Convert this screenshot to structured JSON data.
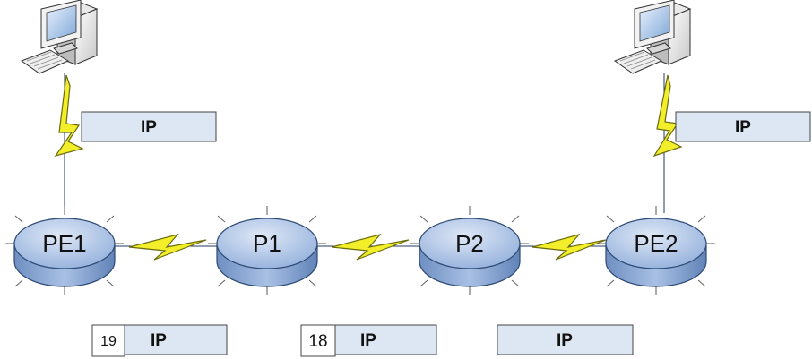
{
  "routers": [
    {
      "id": "pe1",
      "label": "PE1"
    },
    {
      "id": "p1",
      "label": "P1"
    },
    {
      "id": "p2",
      "label": "P2"
    },
    {
      "id": "pe2",
      "label": "PE2"
    }
  ],
  "packets": {
    "left_access": {
      "payload": "IP"
    },
    "right_access": {
      "payload": "IP"
    },
    "pe1_p1": {
      "label": "19",
      "payload": "IP"
    },
    "p1_p2": {
      "label": "18",
      "payload": "IP"
    },
    "p2_pe2": {
      "payload": "IP"
    }
  },
  "icons": {
    "host_left": "computer-icon",
    "host_right": "computer-icon",
    "link": "lightning-bolt-icon"
  },
  "colors": {
    "router_top": "#b9cdea",
    "router_side": "#7e9fcf",
    "router_stroke": "#2d4a73",
    "packet_fill": "#dde6f3",
    "bolt_fill": "#f2ee2a",
    "bolt_stroke": "#6b6b10"
  }
}
